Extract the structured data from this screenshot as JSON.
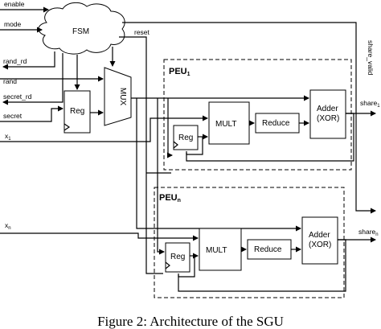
{
  "signals": {
    "enable": "enable",
    "mode": "mode",
    "rand_rd": "rand_rd",
    "rand": "rand",
    "secret_rd": "secret_rd",
    "secret": "secret",
    "x1": "x",
    "x1_sub": "1",
    "xn": "x",
    "xn_sub": "n",
    "reset": "reset",
    "share_valid": "share_valid",
    "share1": "share",
    "share1_sub": "1",
    "sharen": "share",
    "sharen_sub": "n"
  },
  "blocks": {
    "fsm": "FSM",
    "mux": "MUX",
    "reg": "Reg",
    "mult": "MULT",
    "reduce": "Reduce",
    "adder_line1": "Adder",
    "adder_line2": "(XOR)"
  },
  "groups": {
    "peu1_prefix": "PEU",
    "peu1_sub": "1",
    "peun_prefix": "PEU",
    "peun_sub": "n"
  },
  "caption": "Figure 2: Architecture of the SGU"
}
